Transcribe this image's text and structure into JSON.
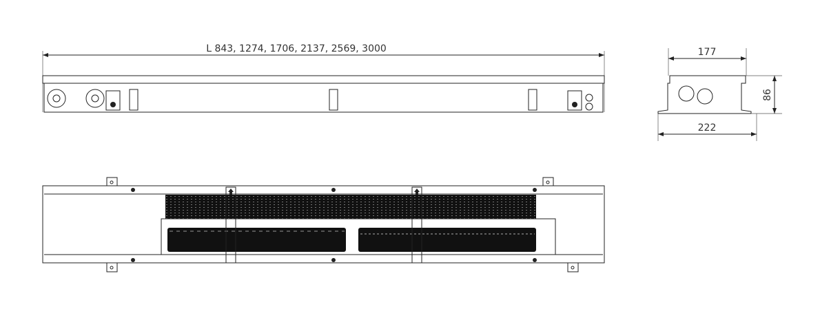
{
  "side_view": {
    "length_label": "L 843, 1274, 1706, 2137, 2569, 3000"
  },
  "end_view": {
    "width_top_label": "177",
    "height_label": "86",
    "width_bottom_label": "222"
  },
  "colors": {
    "line": "#222222",
    "grille": "#111111"
  }
}
